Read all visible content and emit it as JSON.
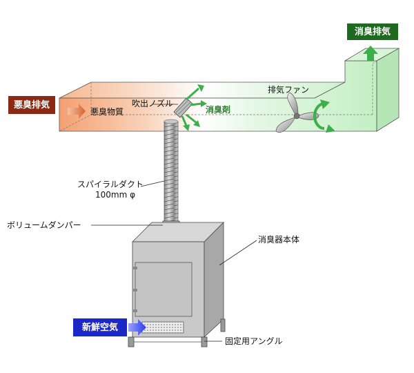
{
  "labels": {
    "odor_exhaust": "悪臭排気",
    "deodorized_exhaust": "消臭排気",
    "odor_substance": "悪臭物質",
    "spray_nozzle": "吹出ノズル",
    "deodorant": "消臭剤",
    "exhaust_fan": "排気ファン",
    "spiral_duct": "スパイラルダクト",
    "duct_size": "100mm φ",
    "volume_damper": "ボリュームダンパー",
    "deodorizer_body": "消臭器本体",
    "fresh_air": "新鮮空気",
    "fixing_angle": "固定用アングル"
  },
  "colors": {
    "odor_tag": "#8b2a14",
    "deodorized_tag": "#1e6a1e",
    "fresh_air_tag": "#1c27c8",
    "duct_odor": "#f4a070",
    "duct_clean": "#c4efc4",
    "flow_arrow_green": "#3bb04a",
    "inlet_arrow_blue": "#2a3cf0"
  }
}
